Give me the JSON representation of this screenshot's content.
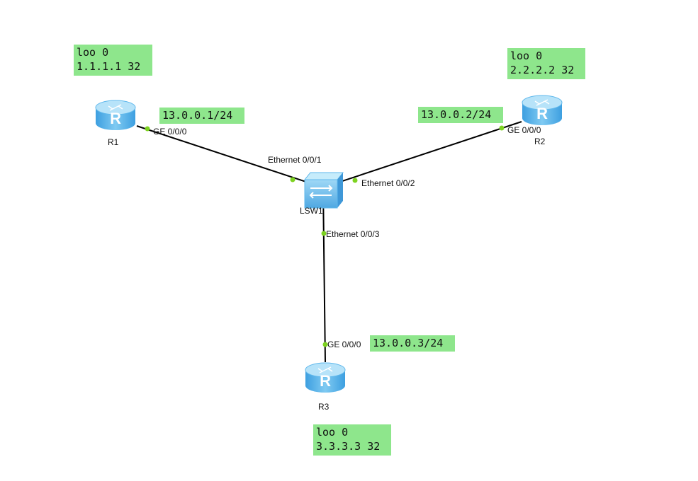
{
  "devices": [
    {
      "id": "r1",
      "name": "R1",
      "icon": "router-icon"
    },
    {
      "id": "r2",
      "name": "R2",
      "icon": "router-icon"
    },
    {
      "id": "r3",
      "name": "R3",
      "icon": "router-icon"
    },
    {
      "id": "lsw1",
      "name": "LSW1",
      "icon": "switch-icon"
    }
  ],
  "icon_glyphs": {
    "router": "R"
  },
  "ports": {
    "r1_ge": "GE 0/0/0",
    "r2_ge": "GE 0/0/0",
    "r3_ge": "GE 0/0/0",
    "lsw_e1": "Ethernet 0/0/1",
    "lsw_e2": "Ethernet 0/0/2",
    "lsw_e3": "Ethernet 0/0/3"
  },
  "links": [
    {
      "from": "R1 GE 0/0/0",
      "to": "LSW1 Ethernet 0/0/1"
    },
    {
      "from": "R2 GE 0/0/0",
      "to": "LSW1 Ethernet 0/0/2"
    },
    {
      "from": "R3 GE 0/0/0",
      "to": "LSW1 Ethernet 0/0/3"
    }
  ],
  "notes": {
    "r1_loopback": {
      "line1": "loo 0",
      "line2": "1.1.1.1 32"
    },
    "r2_loopback": {
      "line1": "loo 0",
      "line2": "2.2.2.2 32"
    },
    "r3_loopback": {
      "line1": "loo 0",
      "line2": "3.3.3.3 32"
    },
    "r1_ip": "13.0.0.1/24",
    "r2_ip": "13.0.0.2/24",
    "r3_ip": "13.0.0.3/24"
  },
  "colors": {
    "note_bg": "#8ee68c",
    "router_body": "#5fb8ec",
    "router_top": "#a9dcf7",
    "switch_body": "#6cc0ee",
    "link": "#000000",
    "port_dot": "#7ed321"
  }
}
